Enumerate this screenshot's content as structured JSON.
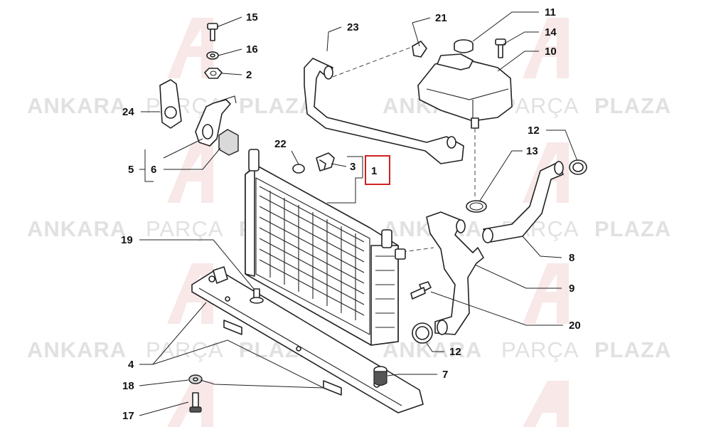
{
  "watermark": {
    "word1": "ANKARA",
    "word2": "PARÇA",
    "word3": "PLAZA",
    "logo_color": "#f3d6d6",
    "text_color": "#e1e1e1"
  },
  "highlight": {
    "part_number": "1",
    "box_color": "#cc2222"
  },
  "callouts": {
    "c15": "15",
    "c16": "16",
    "c2": "2",
    "c24": "24",
    "c5": "5",
    "c6": "6",
    "c22": "22",
    "c3": "3",
    "c1": "1",
    "c23": "23",
    "c21": "21",
    "c11": "11",
    "c14": "14",
    "c10": "10",
    "c12a": "12",
    "c13": "13",
    "c8": "8",
    "c9": "9",
    "c20": "20",
    "c12b": "12",
    "c7": "7",
    "c19": "19",
    "c4": "4",
    "c18": "18",
    "c17": "17"
  }
}
